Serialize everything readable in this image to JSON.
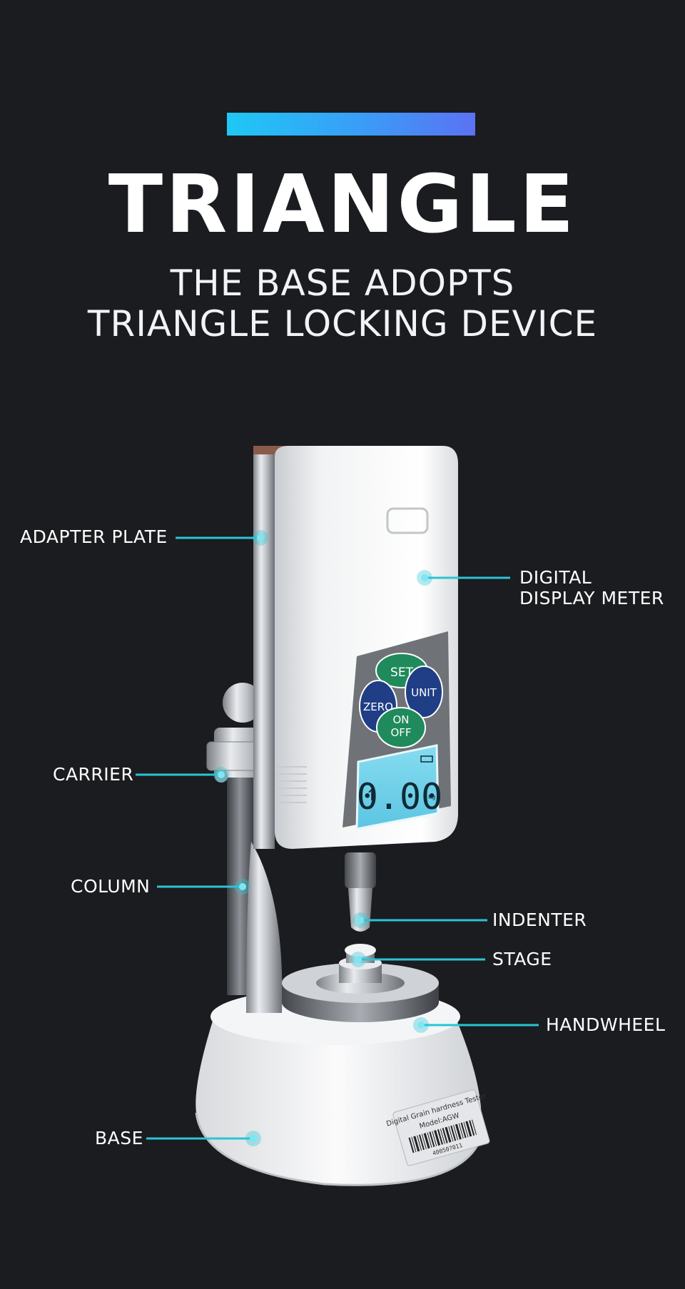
{
  "header": {
    "title": "TRIANGLE",
    "subtitle_line1": "THE BASE ADOPTS",
    "subtitle_line2": "TRIANGLE LOCKING DEVICE"
  },
  "callouts": {
    "adapter_plate": "ADAPTER PLATE",
    "digital_display_line1": "DIGITAL",
    "digital_display_line2": "DISPLAY METER",
    "carrier": "CARRIER",
    "column": "COLUMN",
    "indenter": "INDENTER",
    "stage": "STAGE",
    "handwheel": "HANDWHEEL",
    "base": "BASE"
  },
  "meter": {
    "buttons": {
      "set": "SET",
      "zero": "ZERO",
      "unit": "UNIT",
      "on_off_line1": "ON",
      "on_off_line2": "OFF"
    },
    "display_value": "0.00",
    "display_unit": "Kg"
  },
  "label_plate": {
    "line1": "Digital Grain hardness Tester",
    "line2": "Model:AGW",
    "serial": "400507011"
  },
  "colors": {
    "background": "#1b1c20",
    "accent_start": "#1fc8f5",
    "accent_end": "#5b72f3",
    "callout_line": "#29c5d6",
    "button_green": "#1f8a5b",
    "button_blue": "#1f3e86",
    "lcd": "#6fd2ea"
  }
}
